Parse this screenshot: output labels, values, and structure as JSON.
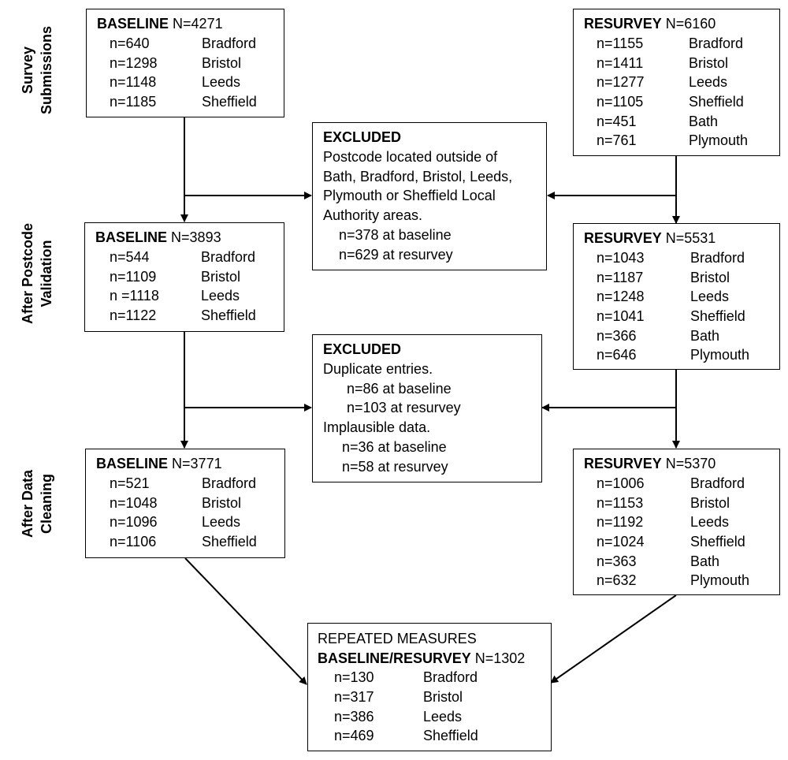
{
  "side_labels": {
    "survey": [
      "Survey",
      "Submissions"
    ],
    "postcode": [
      "After Postcode",
      "Validation"
    ],
    "cleaning": [
      "After Data",
      "Cleaning"
    ]
  },
  "baseline_1": {
    "label": "BASELINE",
    "total": "N=4271",
    "rows": [
      {
        "n": "n=640",
        "city": "Bradford"
      },
      {
        "n": "n=1298",
        "city": "Bristol"
      },
      {
        "n": "n=1148",
        "city": "Leeds"
      },
      {
        "n": "n=1185",
        "city": "Sheffield"
      }
    ]
  },
  "resurvey_1": {
    "label": "RESURVEY",
    "total": "N=6160",
    "rows": [
      {
        "n": "n=1155",
        "city": "Bradford"
      },
      {
        "n": "n=1411",
        "city": "Bristol"
      },
      {
        "n": "n=1277",
        "city": "Leeds"
      },
      {
        "n": "n=1105",
        "city": "Sheffield"
      },
      {
        "n": "n=451",
        "city": "Bath"
      },
      {
        "n": "n=761",
        "city": "Plymouth"
      }
    ]
  },
  "excluded_1": {
    "label": "EXCLUDED",
    "lines": [
      "Postcode located outside of",
      "Bath, Bradford, Bristol, Leeds,",
      "Plymouth or Sheffield Local",
      "Authority areas."
    ],
    "counts": [
      "n=378 at baseline",
      "n=629 at resurvey"
    ]
  },
  "baseline_2": {
    "label": "BASELINE",
    "total": "N=3893",
    "rows": [
      {
        "n": "n=544",
        "city": "Bradford"
      },
      {
        "n": "n=1109",
        "city": "Bristol"
      },
      {
        "n": "n =1118",
        "city": "Leeds"
      },
      {
        "n": "n=1122",
        "city": "Sheffield"
      }
    ]
  },
  "resurvey_2": {
    "label": "RESURVEY",
    "total": "N=5531",
    "rows": [
      {
        "n": "n=1043",
        "city": "Bradford"
      },
      {
        "n": "n=1187",
        "city": "Bristol"
      },
      {
        "n": "n=1248",
        "city": "Leeds"
      },
      {
        "n": "n=1041",
        "city": "Sheffield"
      },
      {
        "n": "n=366",
        "city": "Bath"
      },
      {
        "n": "n=646",
        "city": "Plymouth"
      }
    ]
  },
  "excluded_2": {
    "label": "EXCLUDED",
    "heading1": "Duplicate entries.",
    "counts1": [
      "n=86 at baseline",
      "n=103 at resurvey"
    ],
    "heading2": "Implausible data.",
    "counts2": [
      "n=36 at baseline",
      "n=58 at resurvey"
    ]
  },
  "baseline_3": {
    "label": "BASELINE",
    "total": "N=3771",
    "rows": [
      {
        "n": "n=521",
        "city": "Bradford"
      },
      {
        "n": "n=1048",
        "city": "Bristol"
      },
      {
        "n": "n=1096",
        "city": "Leeds"
      },
      {
        "n": "n=1106",
        "city": "Sheffield"
      }
    ]
  },
  "resurvey_3": {
    "label": "RESURVEY",
    "total": "N=5370",
    "rows": [
      {
        "n": "n=1006",
        "city": "Bradford"
      },
      {
        "n": "n=1153",
        "city": "Bristol"
      },
      {
        "n": "n=1192",
        "city": "Leeds"
      },
      {
        "n": "n=1024",
        "city": "Sheffield"
      },
      {
        "n": "n=363",
        "city": "Bath"
      },
      {
        "n": "n=632",
        "city": "Plymouth"
      }
    ]
  },
  "repeated": {
    "heading": "REPEATED MEASURES",
    "label": "BASELINE/RESURVEY",
    "total": "N=1302",
    "rows": [
      {
        "n": "n=130",
        "city": "Bradford"
      },
      {
        "n": "n=317",
        "city": "Bristol"
      },
      {
        "n": "n=386",
        "city": "Leeds"
      },
      {
        "n": "n=469",
        "city": "Sheffield"
      }
    ]
  }
}
